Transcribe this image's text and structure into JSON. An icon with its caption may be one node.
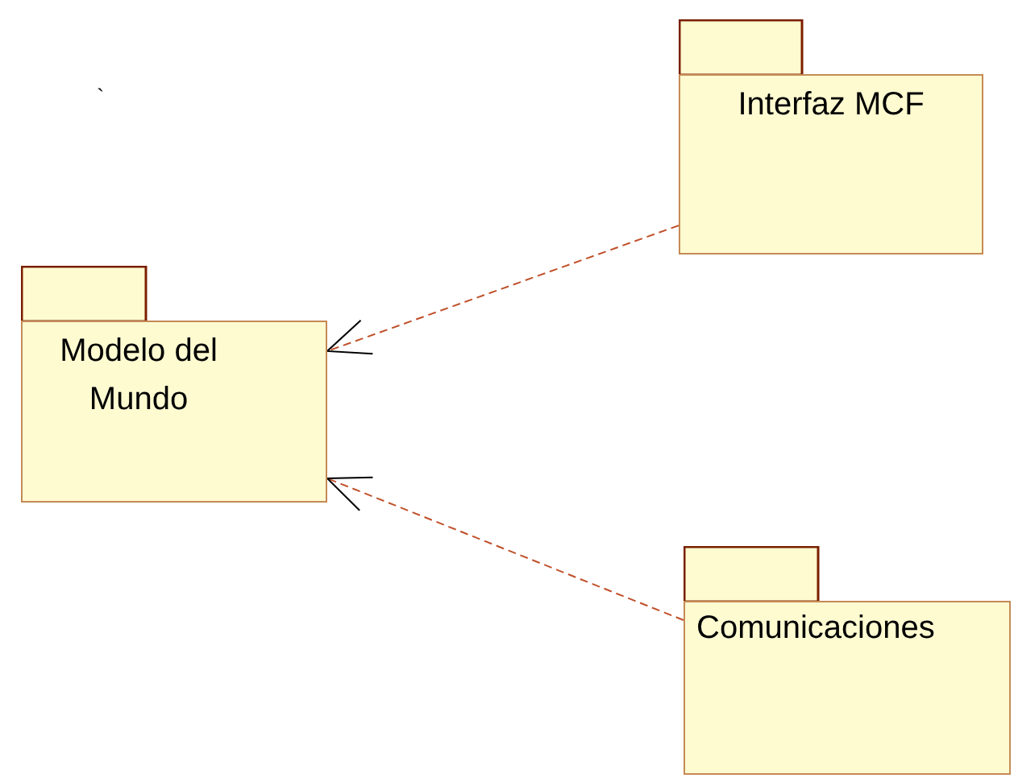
{
  "diagram": {
    "nodes": [
      {
        "text": [
          "Modelo del Mundo"
        ]
      },
      {
        "text": [
          "Interfaz MCF"
        ]
      },
      {
        "text": [
          "Comunicaciones"
        ]
      }
    ],
    "edges": [
      {
        "from": 1,
        "to": 0,
        "arrow": "to",
        "style": "dashed"
      },
      {
        "from": 2,
        "to": 0,
        "arrow": "to",
        "style": "dashed"
      }
    ],
    "labels": [
      "`"
    ]
  }
}
